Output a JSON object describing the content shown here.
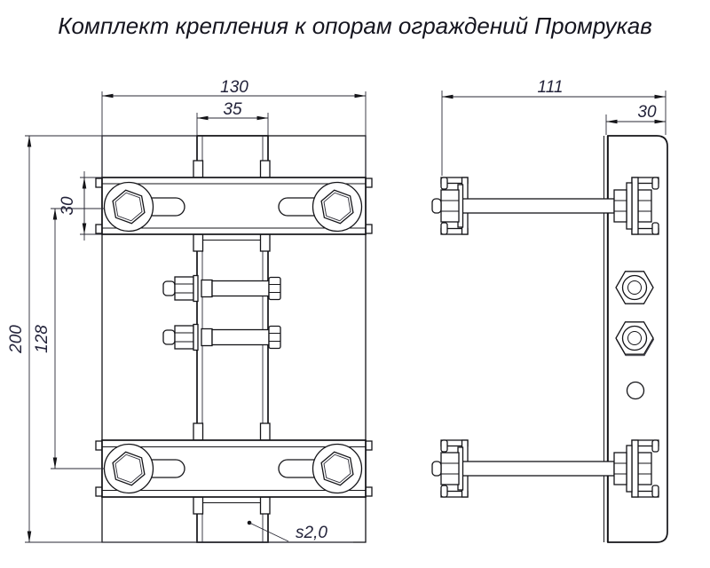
{
  "title": "Комплект крепления к опорам ограждений Промрукав",
  "front_view": {
    "dim_width": "130",
    "dim_post_width": "35",
    "dim_bracket_height": "30",
    "dim_height": "200",
    "dim_bolt_spacing": "128",
    "thickness_note": "s2,0"
  },
  "side_view": {
    "dim_depth": "111",
    "dim_post_depth": "30"
  }
}
